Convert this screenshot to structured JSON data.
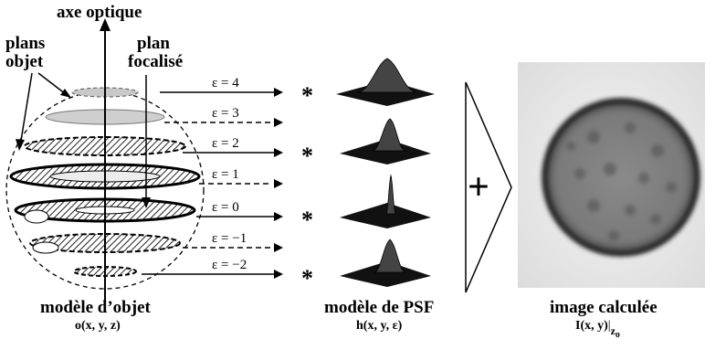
{
  "title_axis": "axe optique",
  "label_plans": "plans",
  "label_objet": "objet",
  "label_plan": "plan",
  "label_focalise": "focalisé",
  "epsilons": [
    "ε = 4",
    "ε = 3",
    "ε = 2",
    "ε = 1",
    "ε = 0",
    "ε = −1",
    "ε = −2"
  ],
  "convolution_symbol": "*",
  "sum_symbol": "+",
  "caption_object": "modèle d’objet",
  "formula_object": "o(x, y, z)",
  "caption_psf": "modèle de PSF",
  "formula_psf": "h(x, y, ε)",
  "caption_image": "image calculée",
  "formula_image_main": "I(x, y)",
  "formula_image_sub": "z",
  "formula_image_subsub": "o"
}
